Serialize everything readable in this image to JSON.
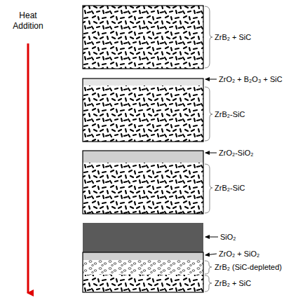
{
  "diagram": {
    "labels": [
      "Heat Addition",
      "ZrB₂ + SiC",
      "ZrO₂ + B₂O₃ + SiC",
      "ZrB₂-SiC",
      "ZrO₂-SiO₂",
      "ZrB₂-SiC",
      "SiO₂",
      "ZrO₂ + SiO₂",
      "ZrB₂ (SiC-depleted)",
      "ZrB₂ + SiC"
    ]
  }
}
